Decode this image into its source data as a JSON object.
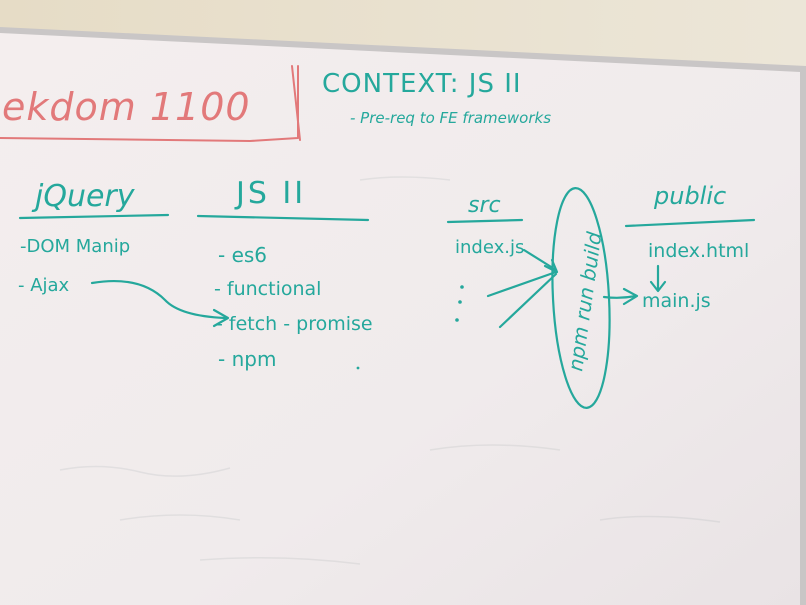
{
  "whiteboard": {
    "title_partial": "ekdom 1100",
    "context": {
      "heading": "CONTEXT: JS II",
      "subnote": "- Pre-req to FE frameworks"
    },
    "columns": {
      "jquery": {
        "heading": "jQuery",
        "items": [
          "-DOM Manip",
          "- Ajax"
        ]
      },
      "js2": {
        "heading": "JS II",
        "items": [
          "- es6",
          "- functional",
          "- fetch - promise",
          "- npm"
        ]
      }
    },
    "build_diagram": {
      "src_heading": "src",
      "src_file": "index.js",
      "build_step": "npm run build",
      "public_heading": "public",
      "public_files": [
        "index.html",
        "main.js"
      ]
    }
  },
  "colors": {
    "marker_teal": "#25a89c",
    "marker_red": "#e2797a",
    "board": "#f2eeee",
    "wall": "#e4dccb"
  }
}
